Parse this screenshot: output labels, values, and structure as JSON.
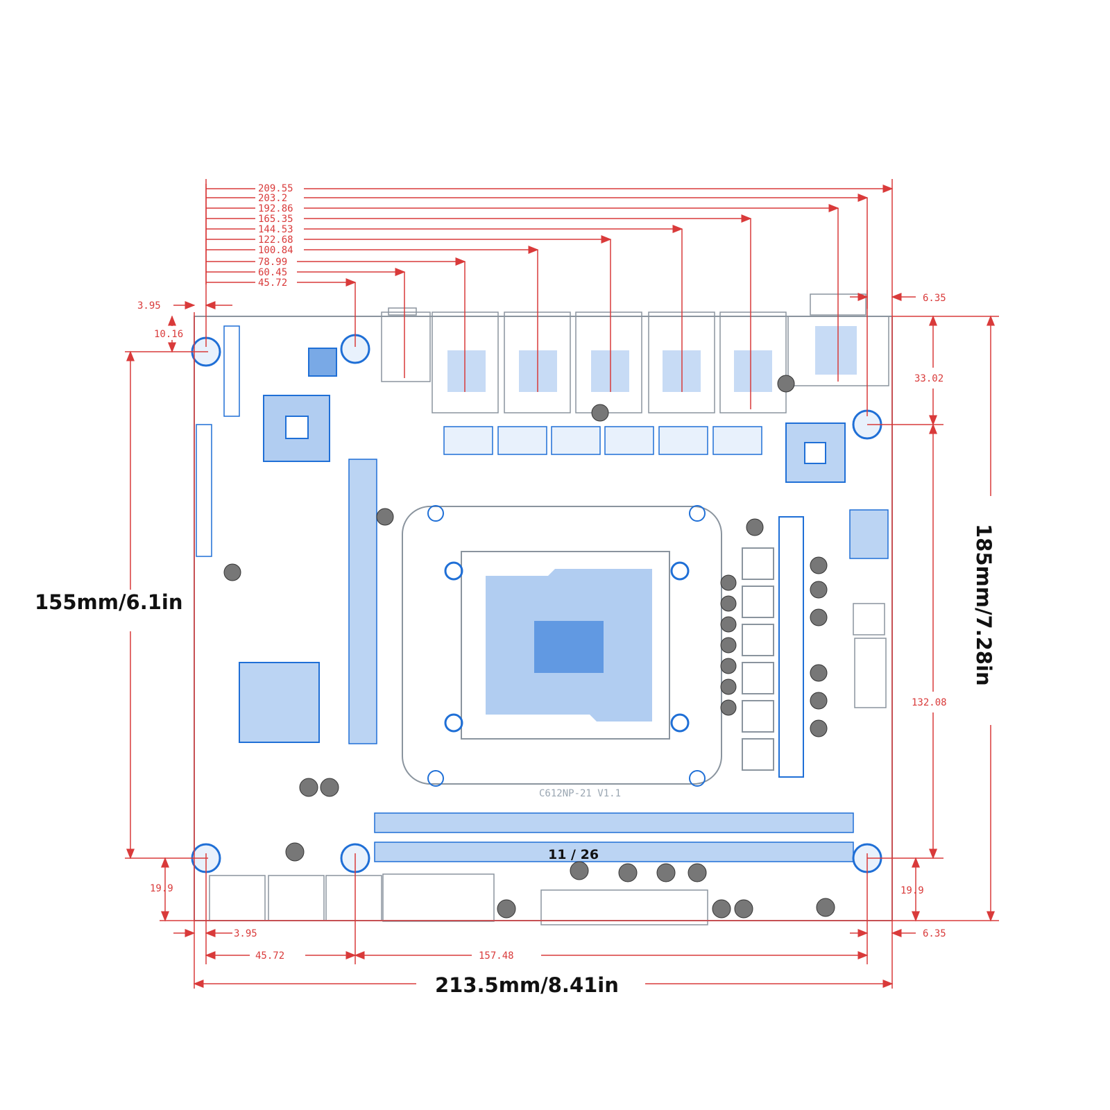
{
  "diagram": {
    "board_model": "C612NP-21 V1.1",
    "page_indicator": "11 / 26",
    "colors": {
      "dimension": "#d93a3a",
      "component": "#1f6fd6",
      "outline": "#8a949e",
      "label": "#111111"
    },
    "overall_width": "213.5mm/8.41in",
    "overall_height": "185mm/7.28in",
    "hole_span_height": "155mm/6.1in",
    "top_dimensions": [
      "209.55",
      "203.2",
      "192.86",
      "165.35",
      "144.53",
      "122.68",
      "100.84",
      "78.99",
      "60.45",
      "45.72"
    ],
    "left_offset_top": "3.95",
    "top_hole_offset": "10.16",
    "right_offset_top": "6.35",
    "right_hole_offset": "33.02",
    "right_hole_span": "132.08",
    "bottom_left_edge": "19.9",
    "bottom_right_edge": "19.9",
    "left_offset_bottom": "3.95",
    "right_offset_bottom": "6.35",
    "bottom_hole_gap": "45.72",
    "bottom_hole_span": "157.48"
  }
}
